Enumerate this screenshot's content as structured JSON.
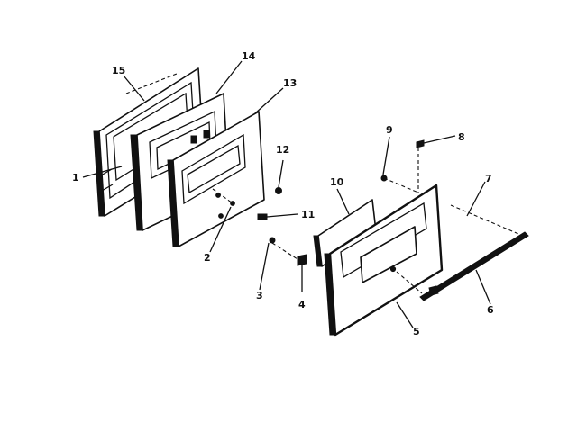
{
  "diagram": {
    "callouts": [
      {
        "id": "c15",
        "text": "15"
      },
      {
        "id": "c14",
        "text": "14"
      },
      {
        "id": "c13",
        "text": "13"
      },
      {
        "id": "c12",
        "text": "12"
      },
      {
        "id": "c11",
        "text": "11"
      },
      {
        "id": "c10",
        "text": "10"
      },
      {
        "id": "c9",
        "text": "9"
      },
      {
        "id": "c8",
        "text": "8"
      },
      {
        "id": "c7",
        "text": "7"
      },
      {
        "id": "c6",
        "text": "6"
      },
      {
        "id": "c5",
        "text": "5"
      },
      {
        "id": "c4",
        "text": "4"
      },
      {
        "id": "c3",
        "text": "3"
      },
      {
        "id": "c2",
        "text": "2"
      },
      {
        "id": "c1",
        "text": "1"
      }
    ],
    "colors": {
      "ink": "#111111",
      "background": "#ffffff"
    }
  }
}
